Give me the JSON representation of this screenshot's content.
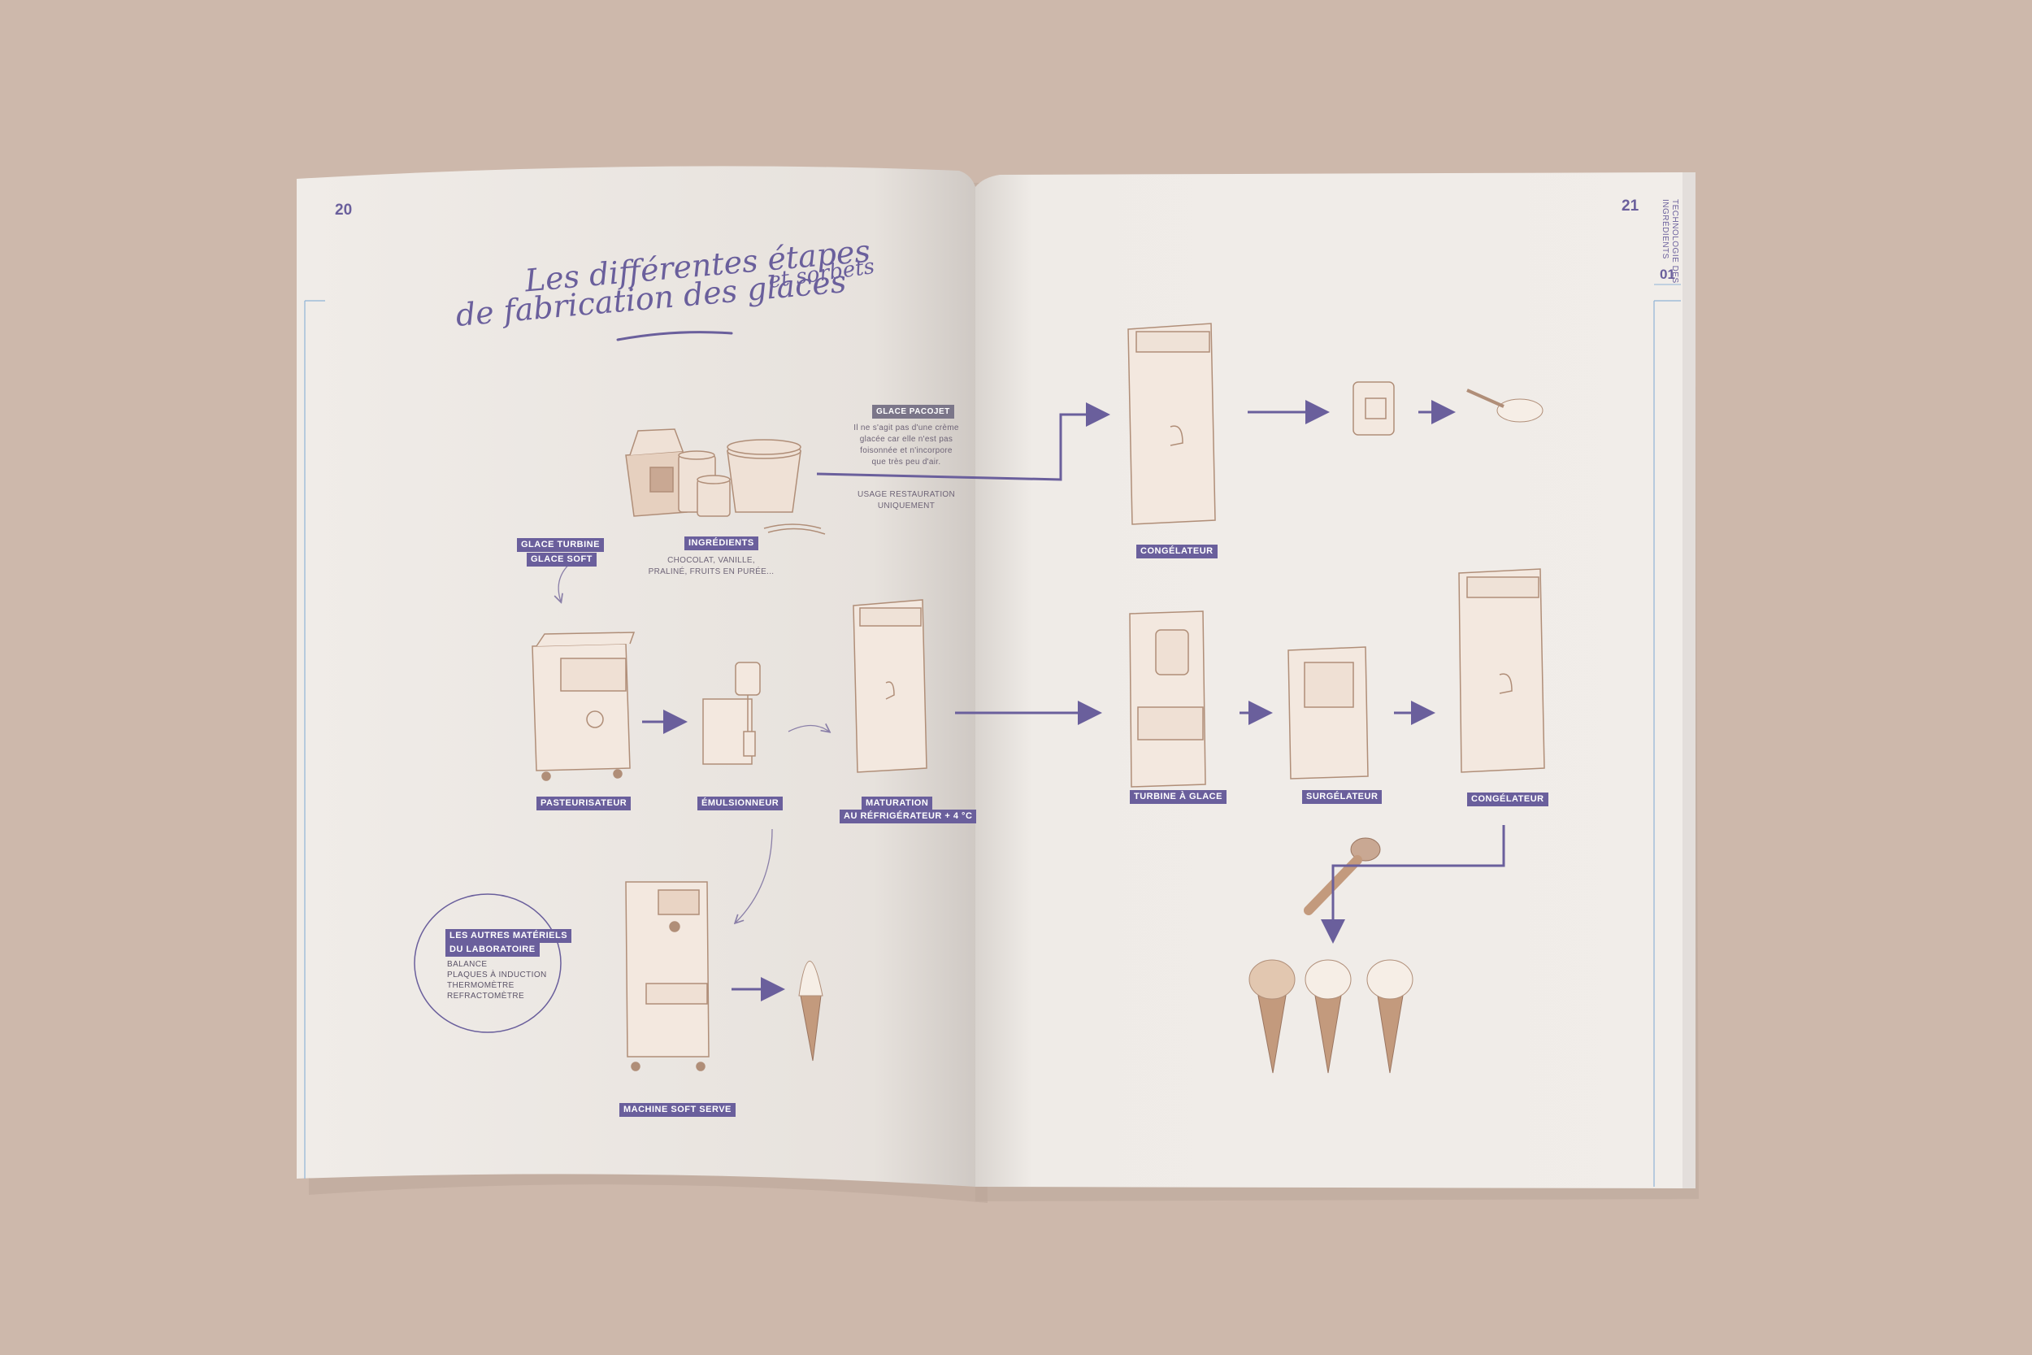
{
  "left_page": {
    "page_number": "20",
    "title_line1": "Les différentes étapes",
    "title_line2": "de fabrication des glaces",
    "title_line2_suffix": "et sorbets",
    "ingredients": {
      "label": "INGRÉDIENTS",
      "description_line1": "CHOCOLAT, VANILLE,",
      "description_line2": "PRALINÉ, FRUITS EN PURÉE..."
    },
    "glace_turbine_label": "GLACE TURBINE",
    "glace_soft_label": "GLACE SOFT",
    "pacojet": {
      "label": "GLACE PACOJET",
      "note_line1": "Il ne s'agit pas d'une crème",
      "note_line2": "glacée car elle n'est pas",
      "note_line3": "foisonnée et n'incorpore",
      "note_line4": "que très peu d'air.",
      "usage_line1": "USAGE RESTAURATION",
      "usage_line2": "UNIQUEMENT"
    },
    "pasteurisateur_label": "PASTEURISATEUR",
    "emulsionneur_label": "ÉMULSIONNEUR",
    "maturation_line1": "MATURATION",
    "maturation_line2": "AU RÉFRIGÉRATEUR + 4 °C",
    "soft_serve_label": "MACHINE SOFT SERVE",
    "other_equipment": {
      "title_line1": "LES AUTRES MATÉRIELS",
      "title_line2": "DU LABORATOIRE",
      "items": [
        "BALANCE",
        "PLAQUES À INDUCTION",
        "THERMOMÈTRE",
        "REFRACTOMÈTRE"
      ]
    }
  },
  "right_page": {
    "page_number": "21",
    "side_tab_line1": "TECHNOLOGIE DES",
    "side_tab_line2": "INGRÉDIENTS",
    "side_tab_number": "01",
    "congelateur_top_label": "CONGÉLATEUR",
    "turbine_label": "TURBINE À GLACE",
    "surgelateur_label": "SURGÉLATEUR",
    "congelateur_bottom_label": "CONGÉLATEUR"
  },
  "colors": {
    "background": "#cdb8ab",
    "paper": "#f1ede9",
    "accent": "#6a5f9c",
    "sketch": "#b08e78",
    "fill": "#e8d8cc"
  }
}
